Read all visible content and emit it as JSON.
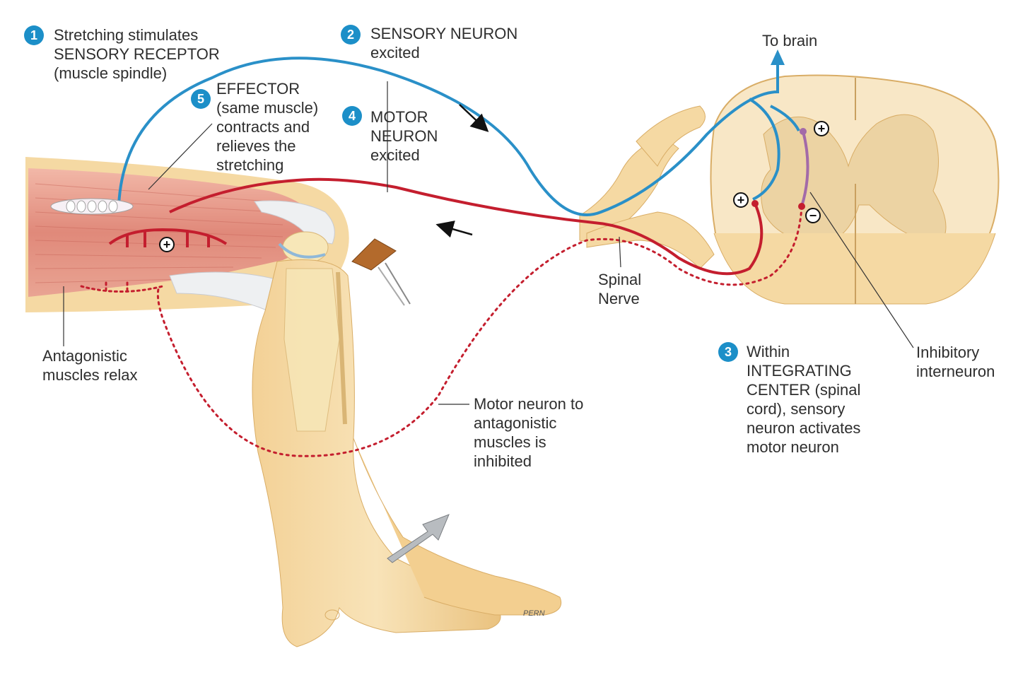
{
  "colors": {
    "sensory": "#2a90c8",
    "motor": "#c41e2e",
    "interneuron": "#a36aa8",
    "muscle": "#e0897a",
    "skin": "#f5d9a3",
    "bone": "#f7e7b8",
    "grey_matter": "#ecd3a3",
    "badge": "#1c8fc8"
  },
  "steps": [
    {
      "num": "1",
      "lines": [
        "Stretching stimulates",
        "SENSORY RECEPTOR",
        "(muscle spindle)"
      ]
    },
    {
      "num": "2",
      "lines": [
        "SENSORY NEURON",
        "excited"
      ]
    },
    {
      "num": "3",
      "lines": [
        "Within",
        "INTEGRATING",
        "CENTER (spinal",
        "cord), sensory",
        "neuron activates",
        "motor neuron"
      ]
    },
    {
      "num": "4",
      "lines": [
        "MOTOR",
        "NEURON",
        "excited"
      ]
    },
    {
      "num": "5",
      "lines": [
        "EFFECTOR",
        "(same muscle)",
        "contracts and",
        "relieves the",
        "stretching"
      ]
    }
  ],
  "labels": {
    "to_brain": "To brain",
    "spinal_nerve": [
      "Spinal",
      "Nerve"
    ],
    "inhibitory_interneuron": [
      "Inhibitory",
      "interneuron"
    ],
    "antagonistic_relax": [
      "Antagonistic",
      "muscles relax"
    ],
    "motor_inhibited": [
      "Motor neuron to",
      "antagonistic",
      "muscles is",
      "inhibited"
    ],
    "signature": "PERN"
  },
  "synapse_signs": {
    "plus": "+",
    "minus": "−"
  },
  "icons": [
    "arrow-icon",
    "reflex-hammer-icon",
    "movement-arrow-icon"
  ]
}
